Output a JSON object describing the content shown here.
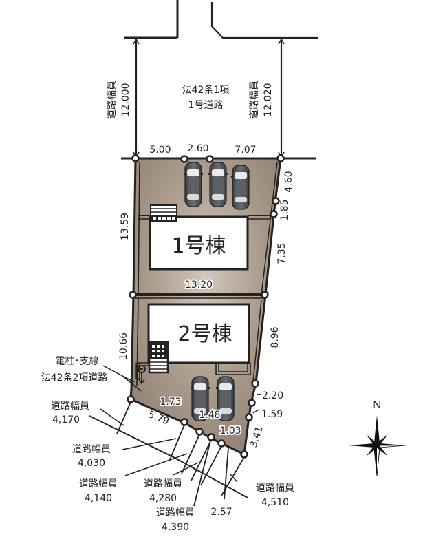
{
  "top_road": {
    "type_line1": "法42条1項",
    "type_line2": "1号道路",
    "width_left_label": "道路幅員",
    "width_left_value": "12,000",
    "width_right_label": "道路幅員",
    "width_right_value": "12,020"
  },
  "buildings": [
    {
      "id": 1,
      "label": "1号棟"
    },
    {
      "id": 2,
      "label": "2号棟"
    }
  ],
  "dimensions": {
    "front_left": "5.00",
    "front_mid": "2.60",
    "front_right": "7.07",
    "left_upper": "13.59",
    "left_lower": "10.66",
    "divider": "13.20",
    "right_top": "4.60",
    "right_top2": "1.85",
    "right_upper": "7.35",
    "right_lower": "8.96",
    "right_b1": "2.20",
    "right_b2": "1.59",
    "right_b3": "3.41",
    "bottom_left": "5.79",
    "bottom_1": "1.73",
    "bottom_2": "1.48",
    "bottom_3": "1.03",
    "bottom_4": "2.57"
  },
  "annotations": {
    "utility_pole": "電柱･支線",
    "side_road_type": "法42条2項道路"
  },
  "side_road_widths": [
    {
      "label": "道路幅員",
      "value": "4,170"
    },
    {
      "label": "道路幅員",
      "value": "4,030"
    },
    {
      "label": "道路幅員",
      "value": "4,140"
    },
    {
      "label": "道路幅員",
      "value": "4,280"
    },
    {
      "label": "道路幅員",
      "value": "4,390"
    },
    {
      "label": "道路幅員",
      "value": "4,510"
    }
  ],
  "compass": {
    "label": "N"
  },
  "colors": {
    "lot_fill": "#9e8f80",
    "lot_fill_light": "#c9bcae",
    "line": "#222222",
    "car_body": "#55595e"
  }
}
